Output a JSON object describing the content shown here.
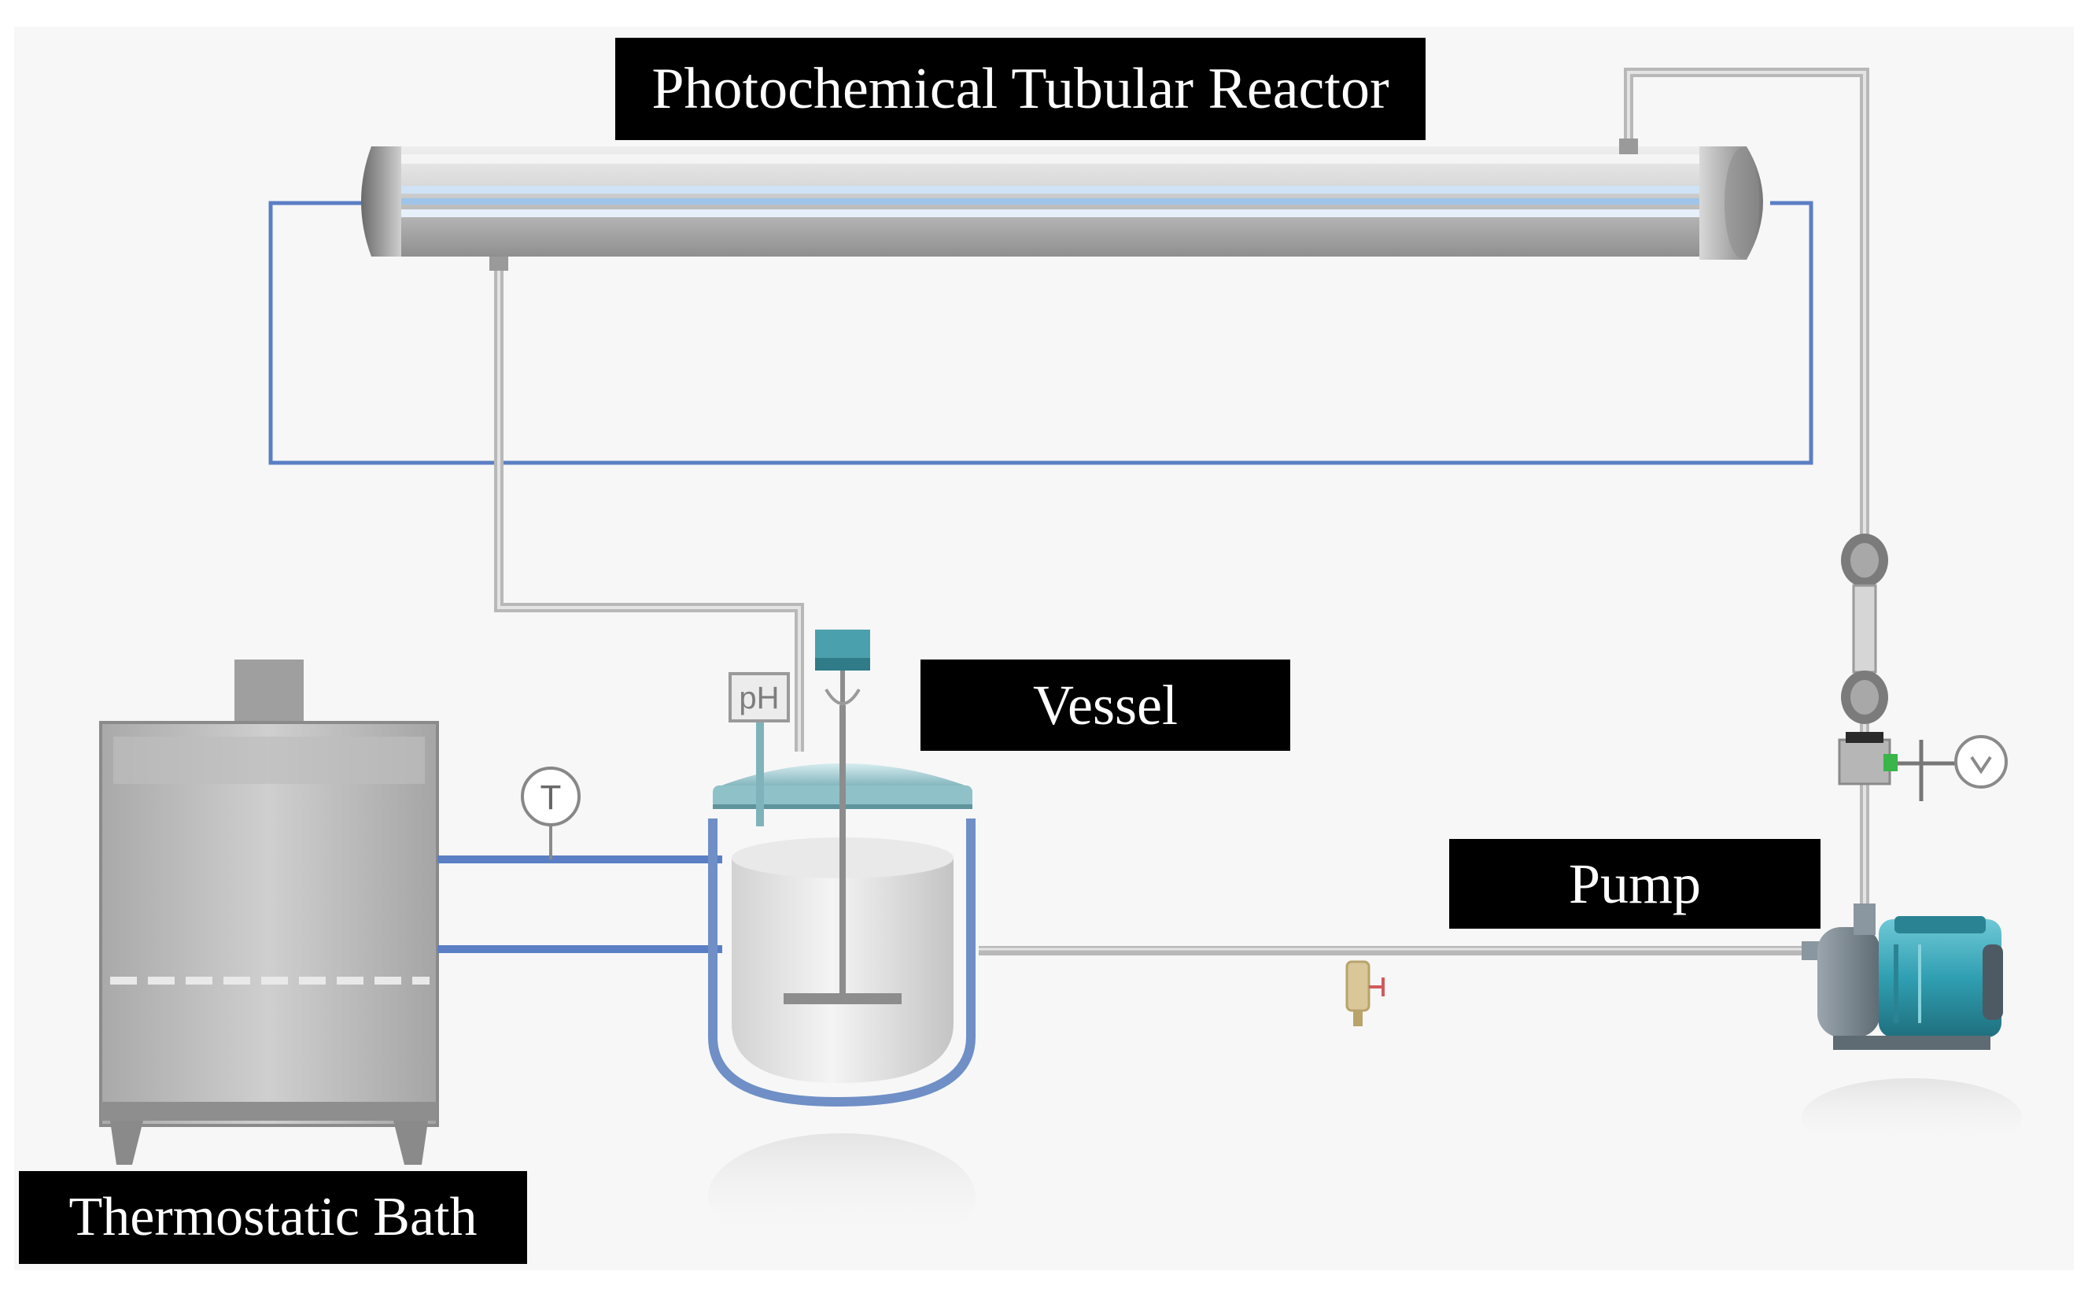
{
  "labels": {
    "reactor": "Photochemical Tubular Reactor",
    "vessel": "Vessel",
    "pump": "Pump",
    "bath": "Thermostatic Bath"
  },
  "instruments": {
    "ph": "pH",
    "temperature": "T"
  },
  "colors": {
    "background": "#f7f7f8",
    "cooling_line": "#5b7fc4",
    "pipe": "#bcbcbc",
    "pump_body": "#3aa3b4",
    "label_bg": "#000000",
    "label_text": "#ffffff"
  }
}
